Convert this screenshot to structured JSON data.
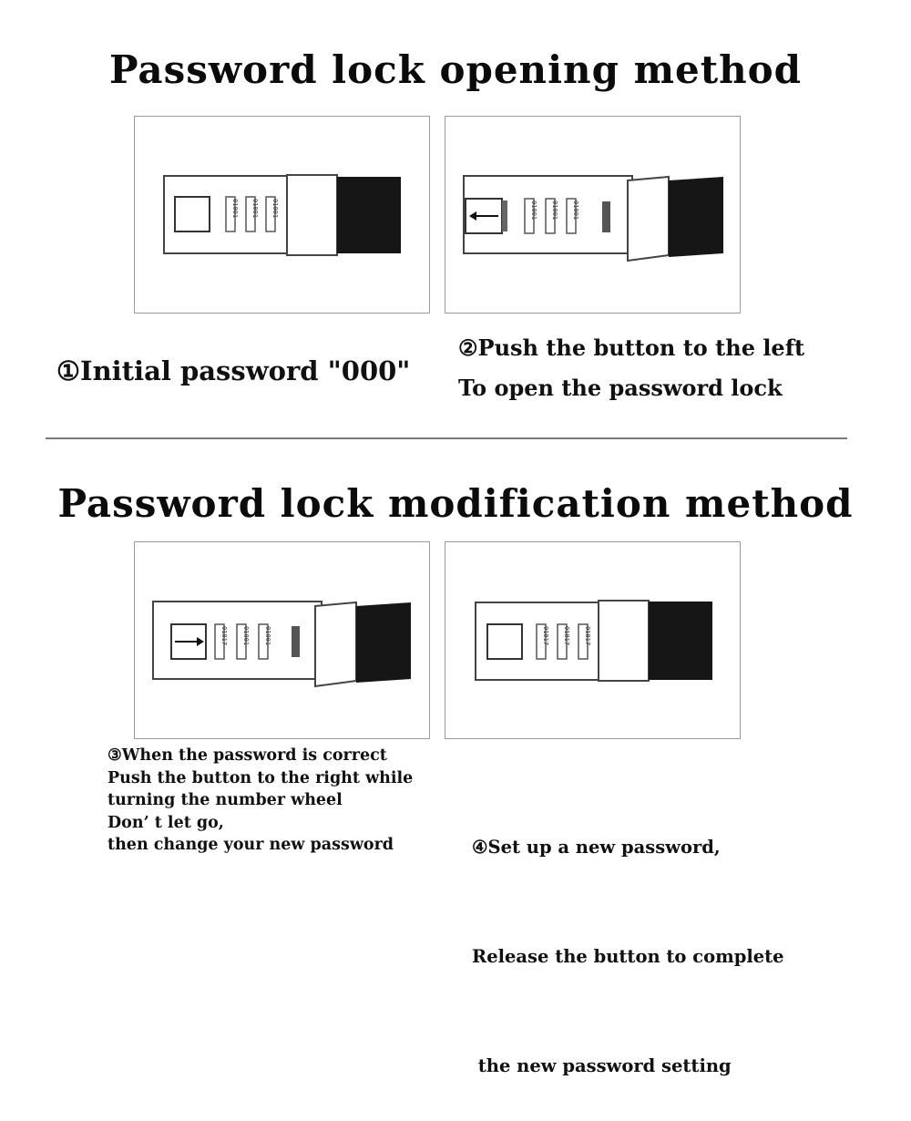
{
  "section1": {
    "title": "Password lock opening method",
    "captions": {
      "step1": "①Initial password \"000\"",
      "step2_line1": "②Push the button to the left",
      "step2_line2": "To open the password lock"
    }
  },
  "section2": {
    "title": "Password lock modification method",
    "captions": {
      "step3": [
        "③When the password is correct",
        "Push the button to the right while",
        "turning the number wheel",
        "Don’ t let go,",
        "then change your new password"
      ],
      "step4": [
        "④Set up a new password,",
        "Release the button to complete",
        " the new password setting"
      ]
    }
  },
  "wheels": {
    "initial": "01001",
    "changed": "01817"
  },
  "colors": {
    "text": "#111111",
    "panel_border": "#9a9a9a",
    "strap": "#161616",
    "divider": "#7a7a7a"
  },
  "icons": [
    "left-arrow-icon",
    "right-arrow-icon"
  ]
}
